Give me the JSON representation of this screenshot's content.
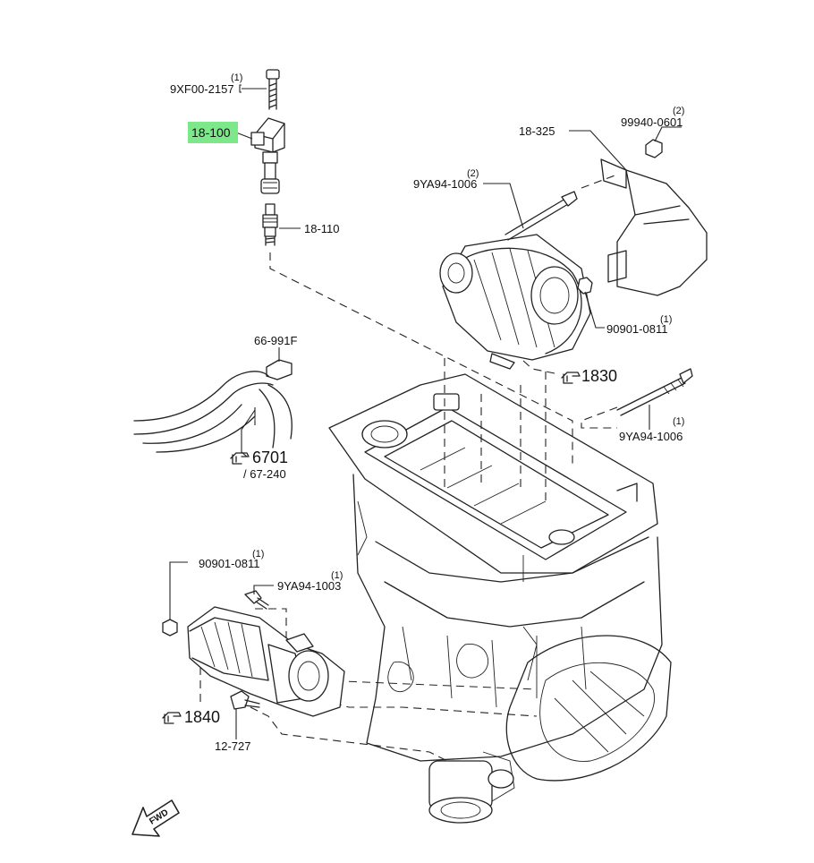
{
  "parts": {
    "bolt_top": {
      "code": "9XF00-2157",
      "qty": "(1)"
    },
    "ignition_coil": {
      "code": "18-100",
      "highlight_color": "#7de88a"
    },
    "spark_plug": {
      "code": "18-110"
    },
    "bracket": {
      "code": "18-325"
    },
    "nut_bracket": {
      "code": "99940-0601",
      "qty": "(2)"
    },
    "stud_alt": {
      "code": "9YA94-1006",
      "qty": "(2)"
    },
    "nut_alt": {
      "code": "90901-0811",
      "qty": "(1)"
    },
    "alternator_ref": {
      "code": "1830"
    },
    "stud_right": {
      "code": "9YA94-1006",
      "qty": "(1)"
    },
    "sensor": {
      "code": "66-991F"
    },
    "harness_ref": {
      "code": "6701",
      "sub": "/ 67-240"
    },
    "nut_starter": {
      "code": "90901-0811",
      "qty": "(1)"
    },
    "bolt_starter": {
      "code": "9YA94-1003",
      "qty": "(1)"
    },
    "starter_ref": {
      "code": "1840"
    },
    "bolt_bottom": {
      "code": "12-727"
    }
  },
  "direction_marker": {
    "text": "FWD"
  },
  "icons": [
    "hand-pointer-icon",
    "forward-arrow-icon"
  ]
}
